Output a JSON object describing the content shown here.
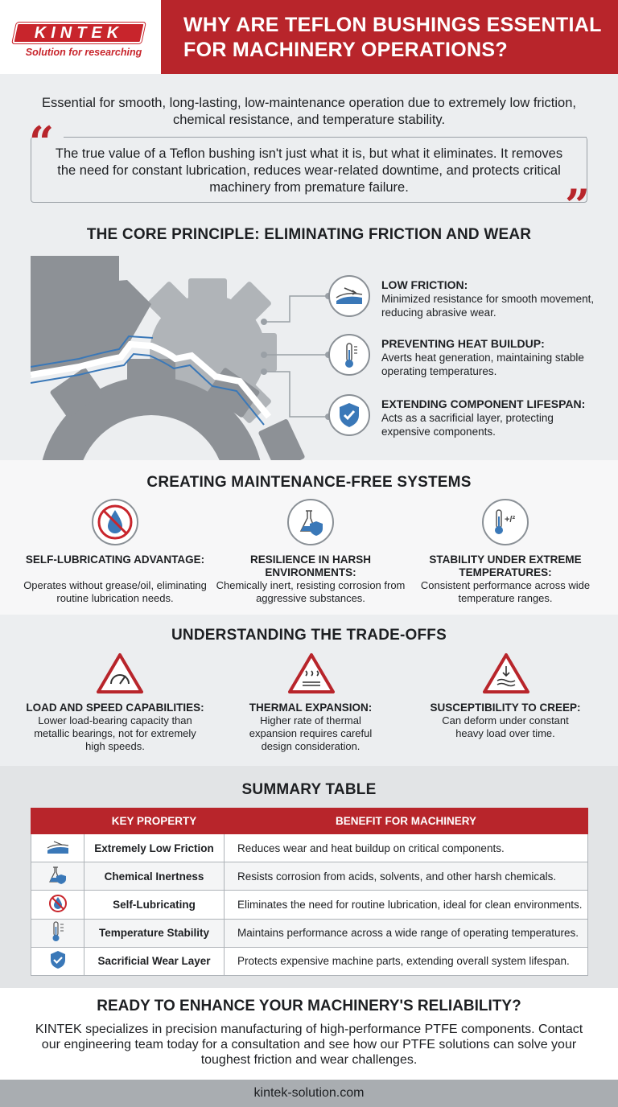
{
  "header": {
    "logo_text": "KINTEK",
    "logo_tagline": "Solution for researching",
    "title_line1": "WHY ARE TEFLON BUSHINGS ESSENTIAL",
    "title_line2": "FOR MACHINERY OPERATIONS?"
  },
  "intro": {
    "summary": "Essential for smooth, long-lasting, low-maintenance operation due to extremely low friction, chemical resistance, and temperature stability.",
    "quote": "The true value of a Teflon bushing isn't just what it is, but what it eliminates. It removes the need for constant lubrication, reduces wear-related downtime, and protects critical machinery from premature failure."
  },
  "core": {
    "title": "THE CORE PRINCIPLE: ELIMINATING FRICTION AND WEAR",
    "features": [
      {
        "icon": "friction-slope-icon",
        "head": "LOW FRICTION:",
        "body": "Minimized resistance for smooth movement, reducing abrasive wear."
      },
      {
        "icon": "thermometer-icon",
        "head": "PREVENTING HEAT BUILDUP:",
        "body": "Averts heat generation, maintaining stable operating temperatures."
      },
      {
        "icon": "shield-check-icon",
        "head": "EXTENDING COMPONENT LIFESPAN:",
        "body": "Acts as a sacrificial layer, protecting expensive components."
      }
    ]
  },
  "maintenance": {
    "title": "CREATING MAINTENANCE-FREE SYSTEMS",
    "items": [
      {
        "icon": "no-oil-drop-icon",
        "head": "SELF-LUBRICATING ADVANTAGE:",
        "body": "Operates without grease/oil, eliminating routine lubrication needs."
      },
      {
        "icon": "flask-shield-icon",
        "head": "RESILIENCE IN HARSH ENVIRONMENTS:",
        "body": "Chemically inert, resisting corrosion from aggressive substances."
      },
      {
        "icon": "thermometer-plus-minus-icon",
        "head": "STABILITY UNDER EXTREME TEMPERATURES:",
        "body": "Consistent performance across wide temperature ranges.",
        "icon_label": "+/²"
      }
    ]
  },
  "tradeoffs": {
    "title": "UNDERSTANDING THE TRADE-OFFS",
    "items": [
      {
        "icon": "warning-gauge-icon",
        "head": "LOAD AND SPEED CAPABILITIES:",
        "body": "Lower load-bearing capacity than metallic bearings, not for extremely high speeds."
      },
      {
        "icon": "warning-heat-icon",
        "head": "THERMAL EXPANSION:",
        "body": "Higher rate of thermal expansion requires careful design consideration."
      },
      {
        "icon": "warning-creep-icon",
        "head": "SUSCEPTIBILITY TO CREEP:",
        "body": "Can deform under constant heavy load over time."
      }
    ]
  },
  "summary": {
    "title": "SUMMARY TABLE",
    "columns": [
      "",
      "KEY PROPERTY",
      "BENEFIT FOR MACHINERY"
    ],
    "rows": [
      {
        "icon": "friction-slope-icon",
        "property": "Extremely Low Friction",
        "benefit": "Reduces wear and heat buildup on critical components."
      },
      {
        "icon": "flask-shield-icon",
        "property": "Chemical Inertness",
        "benefit": "Resists corrosion from acids, solvents, and other harsh chemicals."
      },
      {
        "icon": "no-oil-drop-icon",
        "property": "Self-Lubricating",
        "benefit": "Eliminates the need for routine lubrication, ideal for clean environments."
      },
      {
        "icon": "thermometer-icon",
        "property": "Temperature Stability",
        "benefit": "Maintains performance across a wide range of operating temperatures."
      },
      {
        "icon": "shield-check-icon",
        "property": "Sacrificial Wear Layer",
        "benefit": "Protects expensive machine parts, extending overall system lifespan."
      }
    ]
  },
  "cta": {
    "title": "READY TO ENHANCE YOUR MACHINERY'S RELIABILITY?",
    "body": "KINTEK specializes in precision manufacturing of high-performance PTFE components. Contact our engineering team today for a consultation and see how our PTFE solutions can solve your toughest friction and wear challenges.",
    "url": "kintek-solution.com"
  },
  "colors": {
    "brand_red": "#b8252b",
    "icon_blue": "#3a78b8",
    "gear_gray": "#8d9196"
  }
}
